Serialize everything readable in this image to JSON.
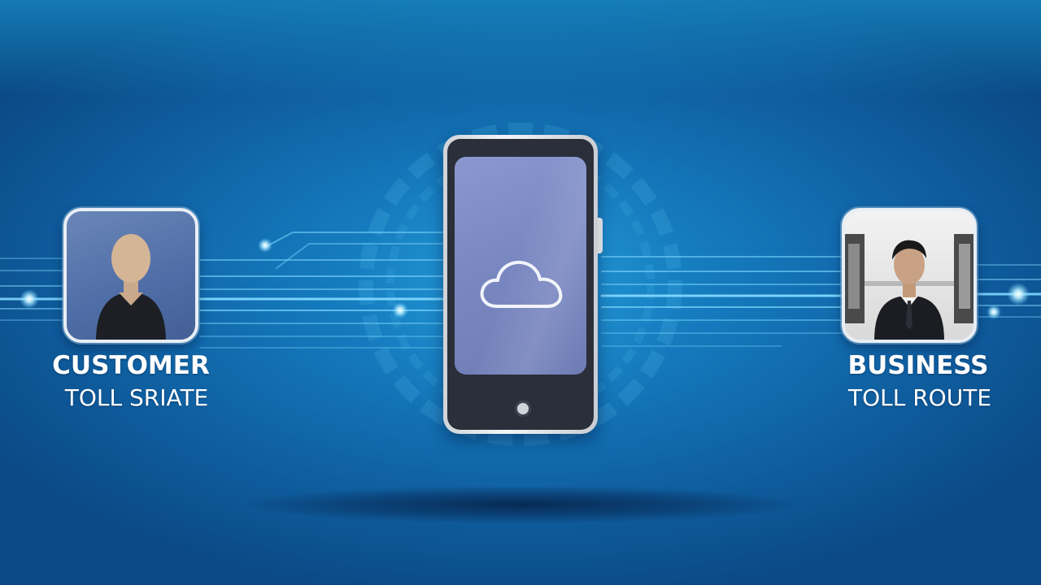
{
  "customer": {
    "title": "CUSTOMER",
    "subtitle": "TOLL SRIATE",
    "icon": "customer-avatar-icon"
  },
  "business": {
    "title": "BUSINESS",
    "subtitle": "TOLL ROUTE",
    "icon": "businessman-avatar-icon"
  },
  "phone": {
    "screen_icon": "cloud-icon"
  },
  "colors": {
    "background": "#1478bb",
    "background_dark": "#0b4a86",
    "connection_lines": "#7fd8ff",
    "phone_screen": "#7a88c2",
    "label_text": "#ffffff"
  }
}
